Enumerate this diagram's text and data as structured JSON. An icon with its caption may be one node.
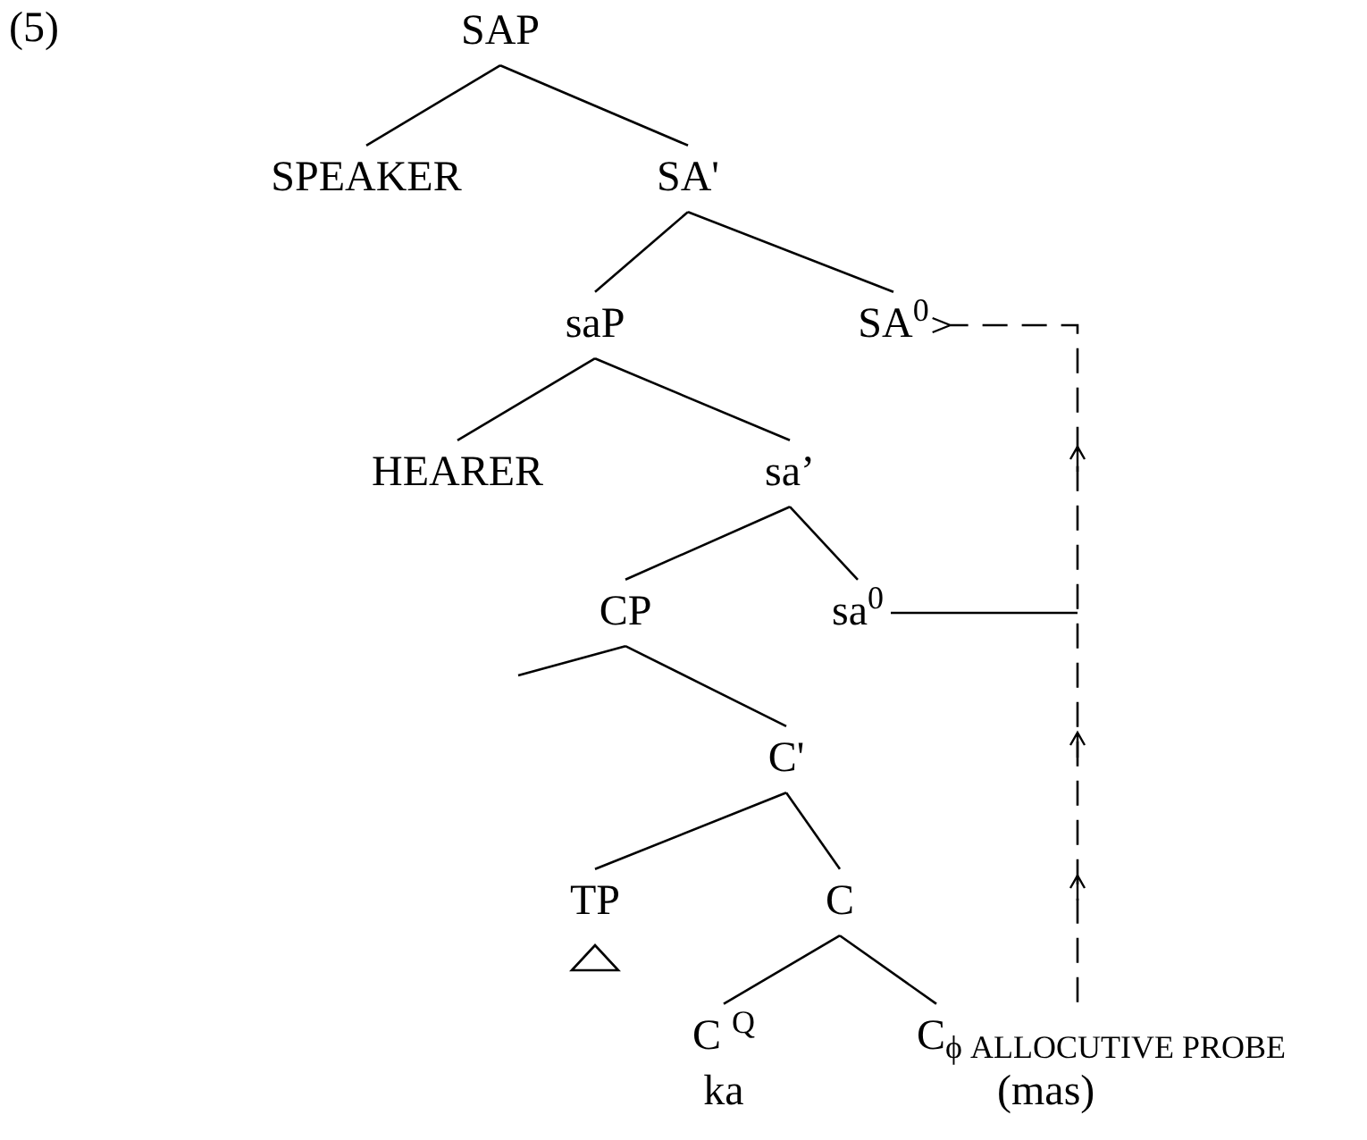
{
  "diagram": {
    "nodes": [
      {
        "text": [
          "SAP"
        ]
      },
      {
        "text": [
          "SPEAKER"
        ]
      },
      {
        "text": [
          "SA'"
        ]
      },
      {
        "text": [
          "saP"
        ]
      },
      {
        "text": [
          "SA$^{0}$"
        ]
      },
      {
        "text": [
          "HEARER"
        ]
      },
      {
        "text": [
          "sa’"
        ]
      },
      {
        "text": [
          "CP"
        ]
      },
      {
        "text": [
          "sa$^{0}$"
        ]
      },
      {
        "text": [
          "C'"
        ]
      },
      {
        "text": [
          "TP"
        ]
      },
      {
        "text": [
          "C"
        ]
      },
      {
        "text": [
          "C $^{Q}$",
          "ka"
        ]
      },
      {
        "text": [
          "C$_{ϕ ALLOCUTIVE PROBE}$",
          "(mas)"
        ]
      }
    ],
    "edges": [
      {
        "from": 0,
        "to": 1,
        "arrow": "none"
      },
      {
        "from": 0,
        "to": 2,
        "arrow": "none"
      },
      {
        "from": 2,
        "to": 3,
        "arrow": "none"
      },
      {
        "from": 2,
        "to": 4,
        "arrow": "none"
      },
      {
        "from": 3,
        "to": 5,
        "arrow": "none"
      },
      {
        "from": 3,
        "to": 6,
        "arrow": "none"
      },
      {
        "from": 6,
        "to": 7,
        "arrow": "none"
      },
      {
        "from": 6,
        "to": 8,
        "arrow": "none"
      },
      {
        "from": 7,
        "to": null,
        "arrow": "none"
      },
      {
        "from": 7,
        "to": 9,
        "arrow": "none"
      },
      {
        "from": 9,
        "to": 10,
        "arrow": "none"
      },
      {
        "from": 9,
        "to": 11,
        "arrow": "none"
      },
      {
        "from": 11,
        "to": 12,
        "arrow": "none"
      },
      {
        "from": 11,
        "to": 13,
        "arrow": "none"
      },
      {
        "from": 13,
        "to": 4,
        "arrow": "to",
        "style": "dashed"
      },
      {
        "from": 8,
        "to": null,
        "arrow": "none"
      }
    ],
    "labels": [
      "(5)"
    ]
  }
}
